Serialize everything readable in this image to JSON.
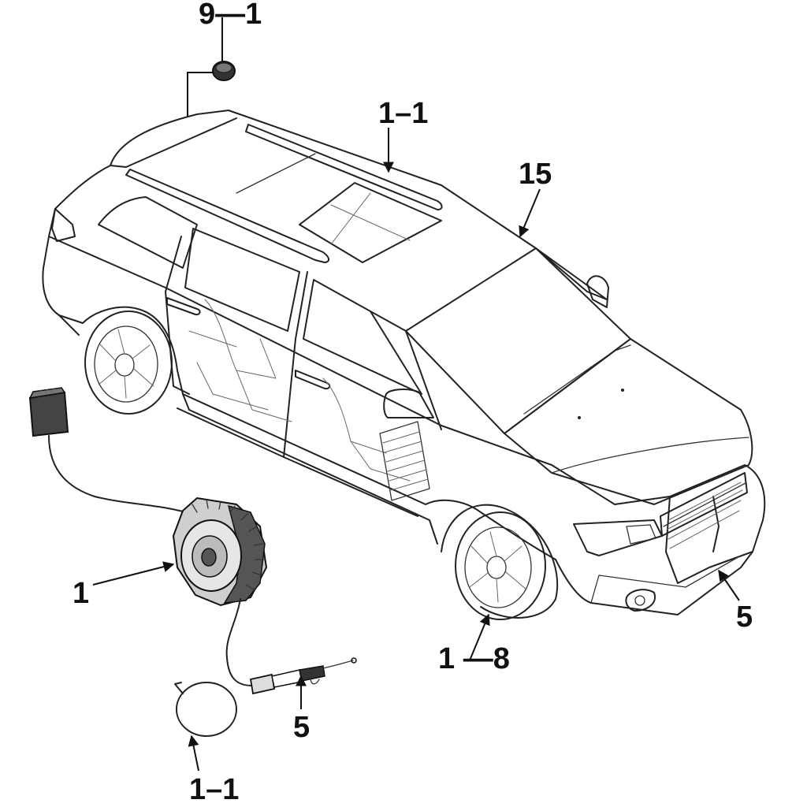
{
  "callouts": {
    "top_left": "9—1",
    "roof": "1–1",
    "windshield": "15",
    "unit": "1",
    "front_bumper": "5",
    "front_wheel": "1 —8",
    "harness_end": "5",
    "ring": "1–1"
  }
}
